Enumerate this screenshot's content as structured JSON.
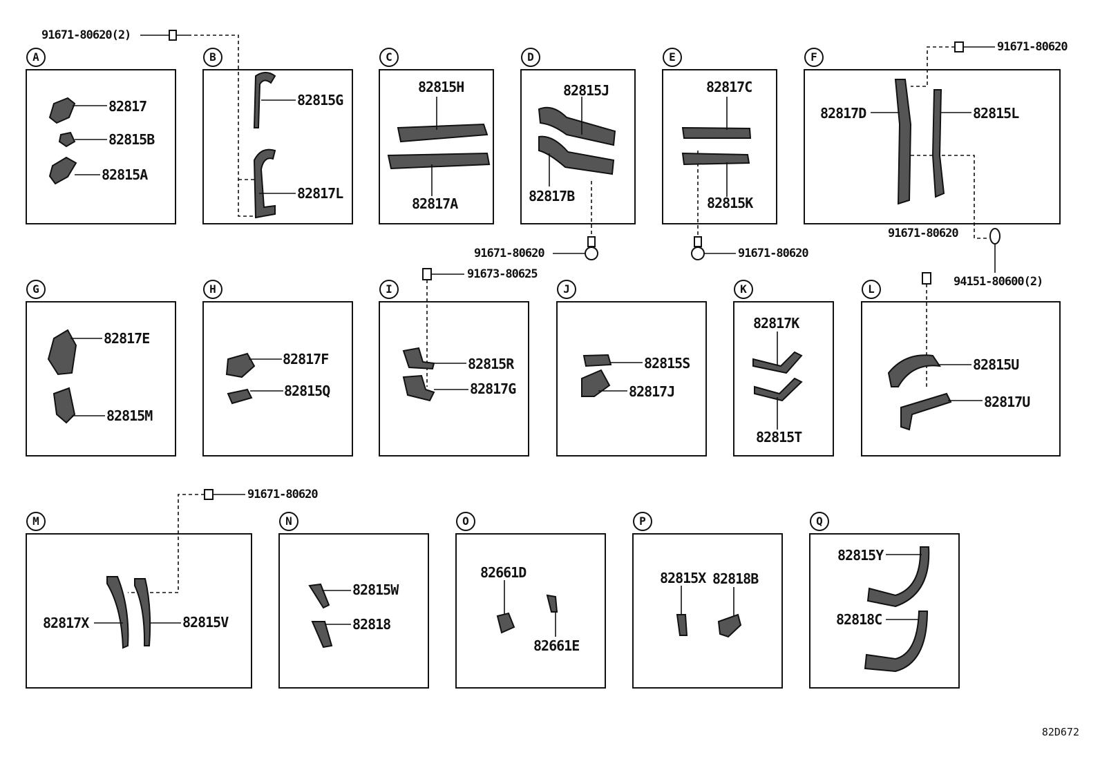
{
  "fasteners": {
    "bolt_a_top": "91671-80620(2)",
    "bolt_f_top": "91671-80620",
    "bolt_d": "91671-80620",
    "bolt_e": "91671-80620",
    "bolt_f_bottom": "91671-80620",
    "clip_f": "94151-80600(2)",
    "bolt_i": "91673-80625",
    "bolt_m": "91671-80620"
  },
  "groups": {
    "A": {
      "letter": "A",
      "parts": [
        "82817",
        "82815B",
        "82815A"
      ]
    },
    "B": {
      "letter": "B",
      "parts": [
        "82815G",
        "82817L"
      ]
    },
    "C": {
      "letter": "C",
      "parts": [
        "82815H",
        "82817A"
      ]
    },
    "D": {
      "letter": "D",
      "parts": [
        "82815J",
        "82817B"
      ]
    },
    "E": {
      "letter": "E",
      "parts": [
        "82817C",
        "82815K"
      ]
    },
    "F": {
      "letter": "F",
      "parts": [
        "82817D",
        "82815L"
      ]
    },
    "G": {
      "letter": "G",
      "parts": [
        "82817E",
        "82815M"
      ]
    },
    "H": {
      "letter": "H",
      "parts": [
        "82817F",
        "82815Q"
      ]
    },
    "I": {
      "letter": "I",
      "parts": [
        "82815R",
        "82817G"
      ]
    },
    "J": {
      "letter": "J",
      "parts": [
        "82815S",
        "82817J"
      ]
    },
    "K": {
      "letter": "K",
      "parts": [
        "82817K",
        "82815T"
      ]
    },
    "L": {
      "letter": "L",
      "parts": [
        "82815U",
        "82817U"
      ]
    },
    "M": {
      "letter": "M",
      "parts": [
        "82817X",
        "82815V"
      ]
    },
    "N": {
      "letter": "N",
      "parts": [
        "82815W",
        "82818"
      ]
    },
    "O": {
      "letter": "O",
      "parts": [
        "82661D",
        "82661E"
      ]
    },
    "P": {
      "letter": "P",
      "parts": [
        "82815X",
        "82818B"
      ]
    },
    "Q": {
      "letter": "Q",
      "parts": [
        "82815Y",
        "82818C"
      ]
    }
  },
  "diagram_code": "82D672"
}
